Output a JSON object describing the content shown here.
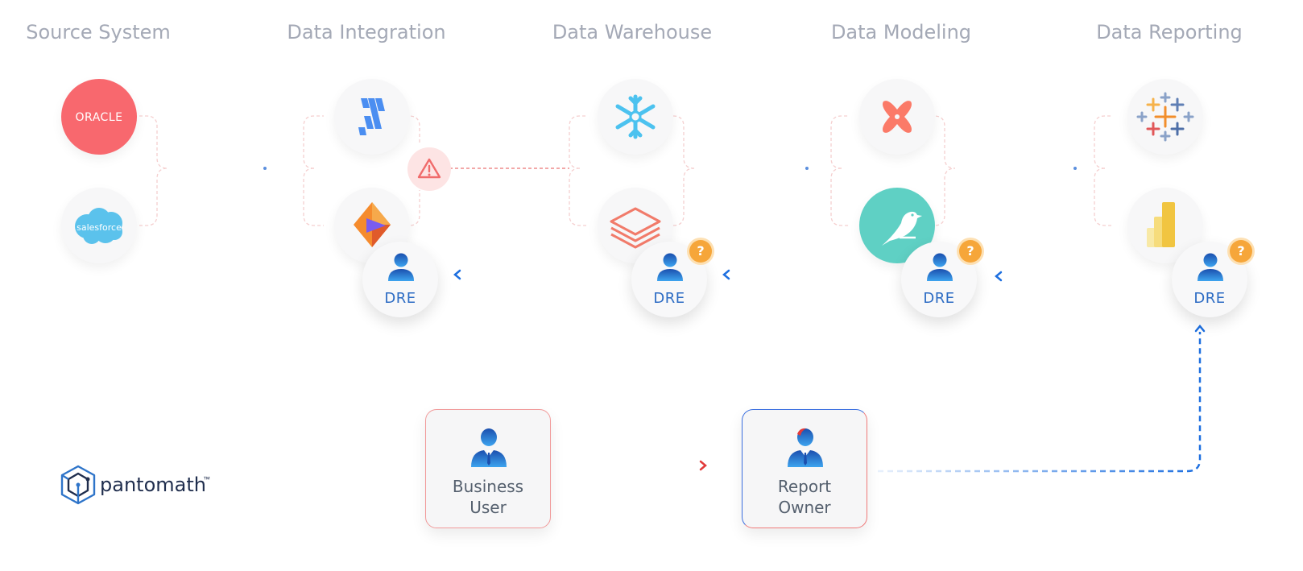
{
  "stages": [
    "Source System",
    "Data Integration",
    "Data Warehouse",
    "Data Modeling",
    "Data Reporting"
  ],
  "tools": {
    "oracle_text": "ORACLE",
    "salesforce_text": "salesforce"
  },
  "dre_label": "DRE",
  "badge": "?",
  "business_user": [
    "Business",
    "User"
  ],
  "report_owner": [
    "Report",
    "Owner"
  ],
  "brand": {
    "name": "pantomath",
    "tm": "™"
  },
  "colors": {
    "alert": "#f06b6b",
    "flow_blue": "#1d6fe0",
    "badge": "#f6a63a",
    "oracle": "#f8686e",
    "salesforce": "#5bc2ec"
  }
}
